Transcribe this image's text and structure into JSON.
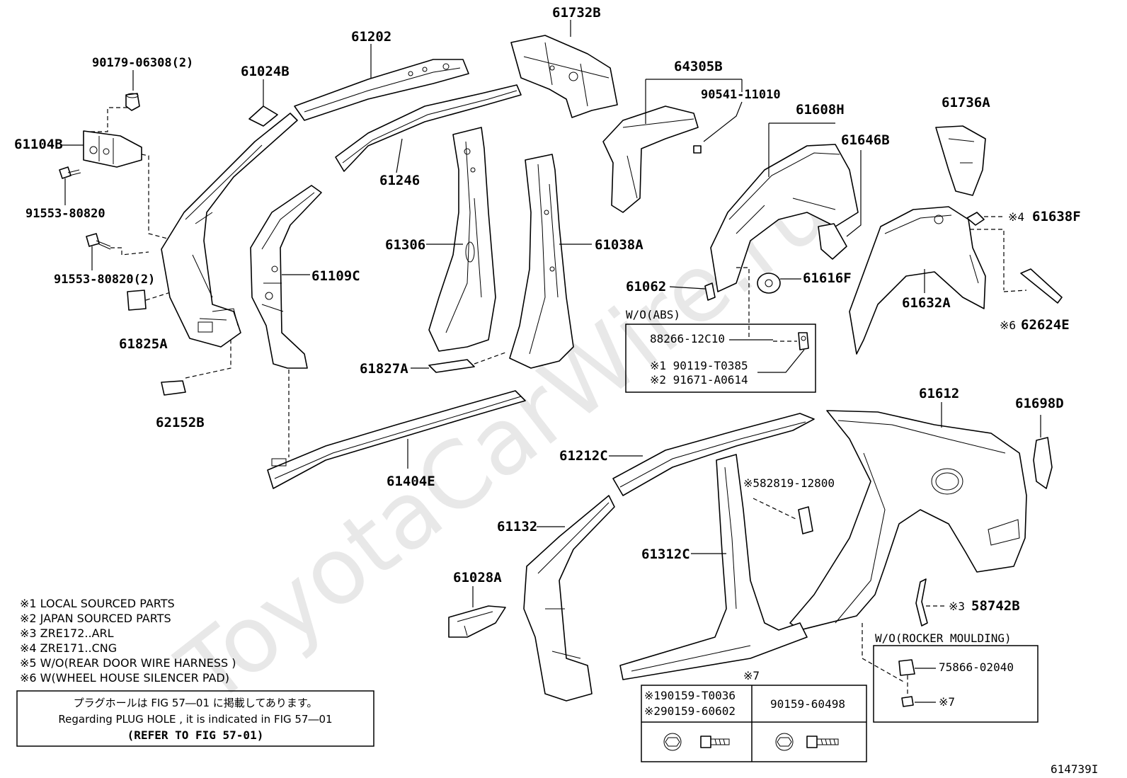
{
  "watermark": "ToyotaCarWire.ru",
  "figure_code": "614739I",
  "labels": {
    "p90179": "90179-06308(2)",
    "p61024B": "61024B",
    "p61202": "61202",
    "p61732B": "61732B",
    "p64305B": "64305B",
    "p90541": "90541-11010",
    "p61608H": "61608H",
    "p61646B": "61646B",
    "p61736A": "61736A",
    "p61104B": "61104B",
    "p61246": "61246",
    "p91553a": "91553-80820",
    "p91553b": "91553-80820(2)",
    "p61306": "61306",
    "p61038A": "61038A",
    "p61109C": "61109C",
    "p61062": "61062",
    "p61616F": "61616F",
    "p61638F": "61638F",
    "p61638F_mark": "※4",
    "p61632A": "61632A",
    "p62624E": "62624E",
    "p62624E_mark": "※6",
    "p61825A": "61825A",
    "p61827A": "61827A",
    "p62152B": "62152B",
    "p61404E": "61404E",
    "p61612": "61612",
    "p61698D": "61698D",
    "p61212C": "61212C",
    "p82819": "※582819-12800",
    "p61132": "61132",
    "p61312C": "61312C",
    "p61028A": "61028A",
    "p58742B": "58742B",
    "p58742B_mark": "※3",
    "abs_title": "W/O(ABS)",
    "abs_88266": "88266-12C10",
    "abs_90119": "※1 90119-T0385",
    "abs_91671": "※2 91671-A0614",
    "rocker_title": "W/O(ROCKER MOULDING)",
    "rocker_75866": "75866-02040",
    "rocker_mark7": "※7",
    "table_title": "※7",
    "table_c1a": "※190159-T0036",
    "table_c1b": "※290159-60602",
    "table_c2": "90159-60498"
  },
  "notes": [
    "※1 LOCAL SOURCED PARTS",
    "※2 JAPAN SOURCED PARTS",
    "※3 ZRE172..ARL",
    "※4 ZRE171..CNG",
    "※5 W/O(REAR DOOR  WIRE HARNESS )",
    "※6 W(WHEEL HOUSE SILENCER PAD)"
  ],
  "plug_box": {
    "line1": "プラグホールは FIG  57―01 に掲載してあります。",
    "line2": "Regarding  PLUG  HOLE , it is indicated in FIG  57―01",
    "line3": "(REFER TO FIG 57-01)"
  }
}
